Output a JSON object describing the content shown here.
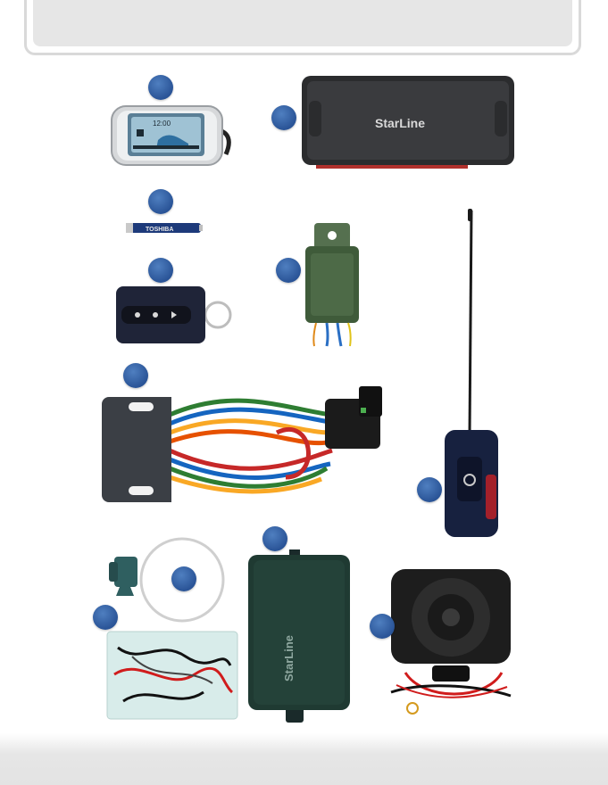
{
  "header": {
    "title": ""
  },
  "brand": {
    "name": "StarLine"
  },
  "display": {
    "clock": "12:00"
  },
  "battery": {
    "label": "TOSHIBA"
  },
  "colors": {
    "marker": "#2a5497",
    "header_band": "#e6e6e6",
    "footer_band": "#e3e3e3"
  },
  "components": [
    {
      "name": "lcd-remote"
    },
    {
      "name": "control-unit"
    },
    {
      "name": "aaa-battery"
    },
    {
      "name": "spare-key-fob"
    },
    {
      "name": "relay"
    },
    {
      "name": "wiring-harness-module"
    },
    {
      "name": "antenna-module"
    },
    {
      "name": "transponder-loop"
    },
    {
      "name": "installation-kit"
    },
    {
      "name": "immobilizer-module"
    },
    {
      "name": "siren"
    }
  ]
}
